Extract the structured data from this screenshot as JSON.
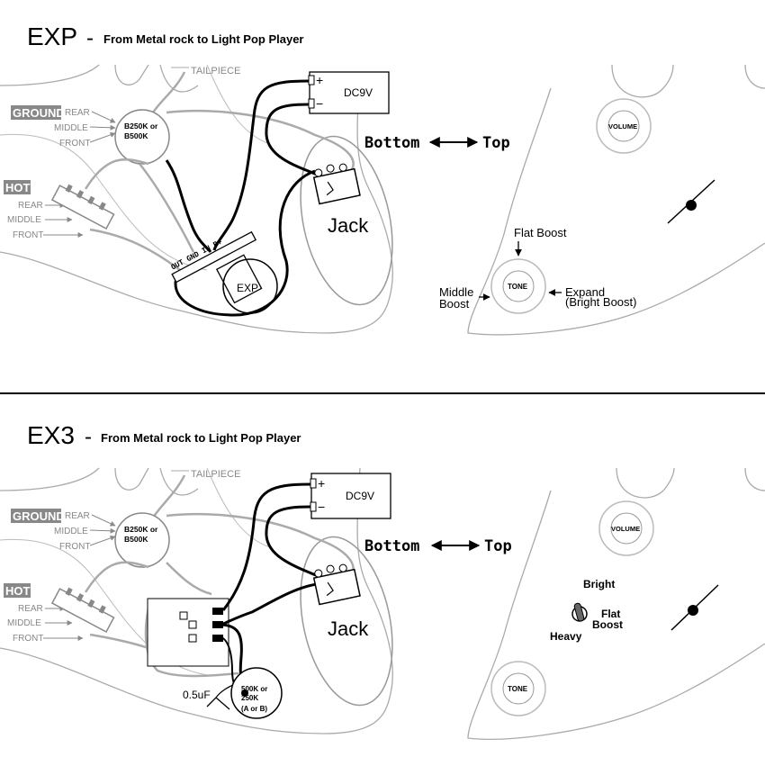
{
  "exp": {
    "title": "EXP",
    "dash": "-",
    "subtitle": "From Metal rock to Light Pop Player",
    "tailpiece": "TAILPIECE",
    "ground": "GROUND",
    "ground_rear": "REAR",
    "ground_middle": "MIDDLE",
    "ground_front": "FRONT",
    "hot": "HOT",
    "hot_rear": "REAR",
    "hot_middle": "MIDDLE",
    "hot_front": "FRONT",
    "pot_line1": "B250K or",
    "pot_line2": "B500K",
    "battery": "DC9V",
    "plus": "+",
    "minus": "−",
    "jack": "Jack",
    "bottom": "Bottom",
    "top": "Top",
    "module": "EXP",
    "pins": "OUT GND IN B+",
    "volume": "VOLUME",
    "tone": "TONE",
    "flat_boost": "Flat Boost",
    "middle1": "Middle",
    "middle2": "Boost",
    "expand1": "Expand",
    "expand2": "(Bright Boost)"
  },
  "ex3": {
    "title": "EX3",
    "dash": "-",
    "subtitle": "From Metal rock to Light Pop Player",
    "tailpiece": "TAILPIECE",
    "ground": "GROUND",
    "ground_rear": "REAR",
    "ground_middle": "MIDDLE",
    "ground_front": "FRONT",
    "hot": "HOT",
    "hot_rear": "REAR",
    "hot_middle": "MIDDLE",
    "hot_front": "FRONT",
    "pot_line1": "B250K or",
    "pot_line2": "B500K",
    "battery": "DC9V",
    "plus": "+",
    "minus": "−",
    "jack": "Jack",
    "bottom": "Bottom",
    "top": "Top",
    "cap": "0.5uF",
    "pot2_line1": "500K or",
    "pot2_line2": "250K",
    "pot2_line3": "(A or B)",
    "volume": "VOLUME",
    "tone": "TONE",
    "bright": "Bright",
    "flat1": "Flat",
    "flat2": "Boost",
    "heavy": "Heavy"
  }
}
